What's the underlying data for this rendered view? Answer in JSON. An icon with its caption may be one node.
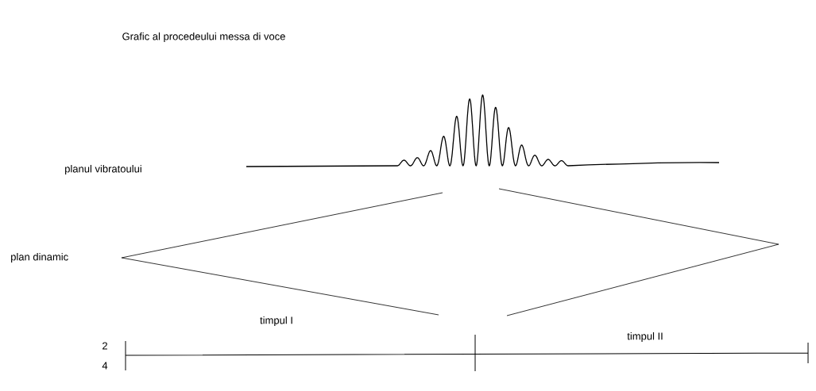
{
  "diagram": {
    "title": "Grafic al procedeului messa di voce",
    "labels": [
      "planul vibratoului",
      "plan dinamic",
      "timpul I",
      "timpul II",
      "2",
      "4"
    ]
  }
}
